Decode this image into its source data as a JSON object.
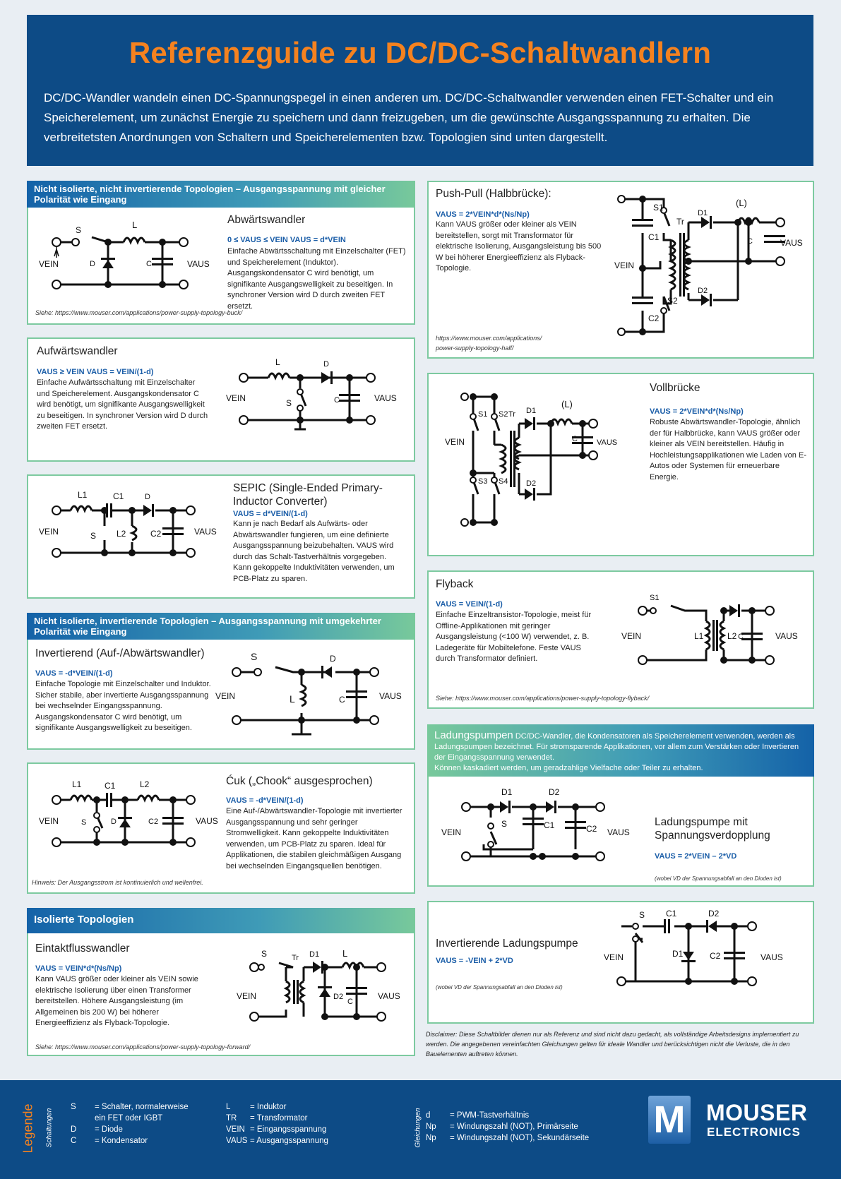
{
  "header": {
    "title": "Referenzguide zu DC/DC-Schaltwandlern",
    "intro": "DC/DC-Wandler wandeln einen DC-Spannungspegel in einen anderen um. DC/DC-Schaltwandler verwenden einen FET-Schalter und ein Speicherelement, um zunächst Energie zu speichern und dann freizugeben, um die gewünschte Ausgangsspannung zu erhalten. Die verbreitetsten Anordnungen von Schaltern und Speicherelementen bzw. Topologien sind unten dargestellt."
  },
  "sections": {
    "noninv": "Nicht isolierte, nicht invertierende Topologien – Ausgangsspannung mit gleicher Polarität wie Eingang",
    "inv": "Nicht isolierte, invertierende Topologien – Ausgangsspannung mit umgekehrter Polarität wie Eingang",
    "iso": "Isolierte Topologien"
  },
  "buck": {
    "title": "Abwärtswandler",
    "formula": "0 ≤ VAUS ≤ VEIN      VAUS = d*VEIN",
    "desc": "Einfache Abwärtsschaltung mit Einzelschalter (FET) und Speicherelement (Induktor). Ausgangskondensator C wird benötigt, um signifikante Ausgangswelligkeit zu beseitigen. In synchroner Version wird D durch zweiten FET ersetzt.",
    "link": "Siehe: https://www.mouser.com/applications/power-supply-topology-buck/"
  },
  "boost": {
    "title": "Aufwärtswandler",
    "formula": "VAUS ≥ VEIN      VAUS = VEIN/(1-d)",
    "desc": "Einfache Aufwärtsschaltung mit Einzelschalter und Speicherelement. Ausgangskondensator C wird benötigt, um signifikante Ausgangswelligkeit zu beseitigen. In synchroner Version wird D durch zweiten FET ersetzt."
  },
  "sepic": {
    "title": "SEPIC (Single-Ended Primary-Inductor Converter)",
    "formula": "VAUS = d*VEIN/(1-d)",
    "desc": "Kann je nach Bedarf als Aufwärts- oder Abwärtswandler fungieren, um eine definierte Ausgangsspannung beizubehalten. VAUS wird durch das Schalt-Tastverhältnis vorgegeben. Kann gekoppelte Induktivitäten verwenden, um PCB-Platz zu sparen."
  },
  "inverting": {
    "title": "Invertierend (Auf-/Abwärtswandler)",
    "formula": "VAUS = -d*VEIN/(1-d)",
    "desc": "Einfache Topologie mit Einzelschalter und Induktor. Sicher stabile, aber invertierte Ausgangsspannung bei wechselnder Eingangsspannung. Ausgangskondensator C wird benötigt, um signifikante Ausgangswelligkeit zu beseitigen."
  },
  "cuk": {
    "title": "Ćuk („Chook“ ausgesprochen)",
    "formula": "VAUS = -d*VEIN/(1-d)",
    "desc": "Eine Auf-/Abwärtswandler-Topologie mit invertierter Ausgangsspannung und sehr geringer Stromwelligkeit. Kann gekoppelte Induktivitäten verwenden, um PCB-Platz zu sparen. Ideal für Applikationen, die stabilen gleichmäßigen Ausgang bei wechselnden Eingangsquellen benötigen.",
    "note": "Hinweis: Der Ausgangsstrom ist kontinuierlich und wellenfrei."
  },
  "forward": {
    "title": "Eintaktflusswandler",
    "formula": "VAUS = VEIN*d*(Ns/Np)",
    "desc": "Kann VAUS größer oder kleiner als VEIN sowie elektrische Isolierung über einen Transformer bereitstellen. Höhere Ausgangsleistung (im Allgemeinen bis 200 W) bei höherer Energieeffizienz als Flyback-Topologie.",
    "link": "Siehe: https://www.mouser.com/applications/power-supply-topology-forward/"
  },
  "pushpull": {
    "title": "Push-Pull (Halbbrücke):",
    "formula": "VAUS = 2*VEIN*d*(Ns/Np)",
    "desc": "Kann VAUS größer oder kleiner als VEIN bereitstellen, sorgt mit Transformator für elektrische Isolierung, Ausgangsleistung bis 500 W bei höherer Energieeffizienz als Flyback-Topologie.",
    "link1": "https://www.mouser.com/applications/",
    "link2": "power-supply-topology-half/"
  },
  "fullbridge": {
    "title": "Vollbrücke",
    "formula": "VAUS = 2*VEIN*d*(Ns/Np)",
    "desc": "Robuste Abwärtswandler-Topologie, ähnlich der für Halbbrücke, kann VAUS größer oder kleiner als VEIN bereitstellen. Häufig in Hochleistungsapplikationen wie Laden von E-Autos oder Systemen für erneuerbare Energie."
  },
  "flyback": {
    "title": "Flyback",
    "formula": "VAUS = VEIN/(1-d)",
    "desc": "Einfache Einzeltransistor-Topologie, meist für Offline-Applikationen mit geringer Ausgangsleistung (<100 W) verwendet, z. B. Ladegeräte für Mobiltelefone. Feste VAUS durch Transformator definiert.",
    "link": "Siehe: https://www.mouser.com/applications/power-supply-topology-flyback/"
  },
  "chargepump": {
    "title": "Ladungspumpen",
    "intro": "DC/DC-Wandler, die Kondensatoren als Speicherelement verwenden, werden als Ladungspumpen bezeichnet. Für stromsparende Applikationen, vor allem zum Verstärken oder Invertieren der Eingangsspannung verwendet.",
    "intro2": "Können kaskadiert werden, um geradzahlige Vielfache oder Teiler zu erhalten.",
    "doubler_title1": "Ladungspumpe mit",
    "doubler_title2": "Spannungsverdopplung",
    "doubler_formula": "VAUS = 2*VEIN – 2*VD",
    "doubler_note": "(wobei VD der Spannungsabfall an den Dioden ist)",
    "inv_title": "Invertierende Ladungspumpe",
    "inv_formula": "VAUS = -VEIN + 2*VD",
    "inv_note": "(wobei VD der Spannungsabfall an den Dioden ist)"
  },
  "disclaimer": "Disclaimer: Diese Schaltbilder dienen nur als Referenz und sind nicht dazu gedacht, als vollständige Arbeitsdesigns implementiert zu werden. Die angegebenen vereinfachten Gleichungen gelten für ideale Wandler und berücksichtigen nicht die Verluste, die in den Bauelementen auftreten können.",
  "legend": {
    "title": "Legende",
    "circuits_label": "Schaltungen",
    "equations_label": "Gleichungen",
    "items1": [
      {
        "k": "S",
        "v": "= Schalter, normalerweise"
      },
      {
        "k": "",
        "v": "ein FET oder IGBT"
      },
      {
        "k": "D",
        "v": "= Diode"
      },
      {
        "k": "C",
        "v": "= Kondensator"
      }
    ],
    "items2": [
      {
        "k": "L",
        "v": "= Induktor"
      },
      {
        "k": "TR",
        "v": "= Transformator"
      },
      {
        "k": "VEIN",
        "v": "= Eingangsspannung"
      },
      {
        "k": "VAUS",
        "v": "= Ausgangsspannung"
      }
    ],
    "items3": [
      {
        "k": "d",
        "v": "= PWM-Tastverhältnis"
      },
      {
        "k": "Np",
        "v": "= Windungszahl (NOT), Primärseite"
      },
      {
        "k": "Np",
        "v": "= Windungszahl (NOT), Sekundärseite"
      }
    ]
  },
  "logo": {
    "line1": "MOUSER",
    "line2": "ELECTRONICS",
    "mark": "M"
  },
  "colors": {
    "header": "#0d4b86",
    "title": "#f5821f",
    "formula": "#1b5ea8",
    "border": "#7dcaa0"
  }
}
